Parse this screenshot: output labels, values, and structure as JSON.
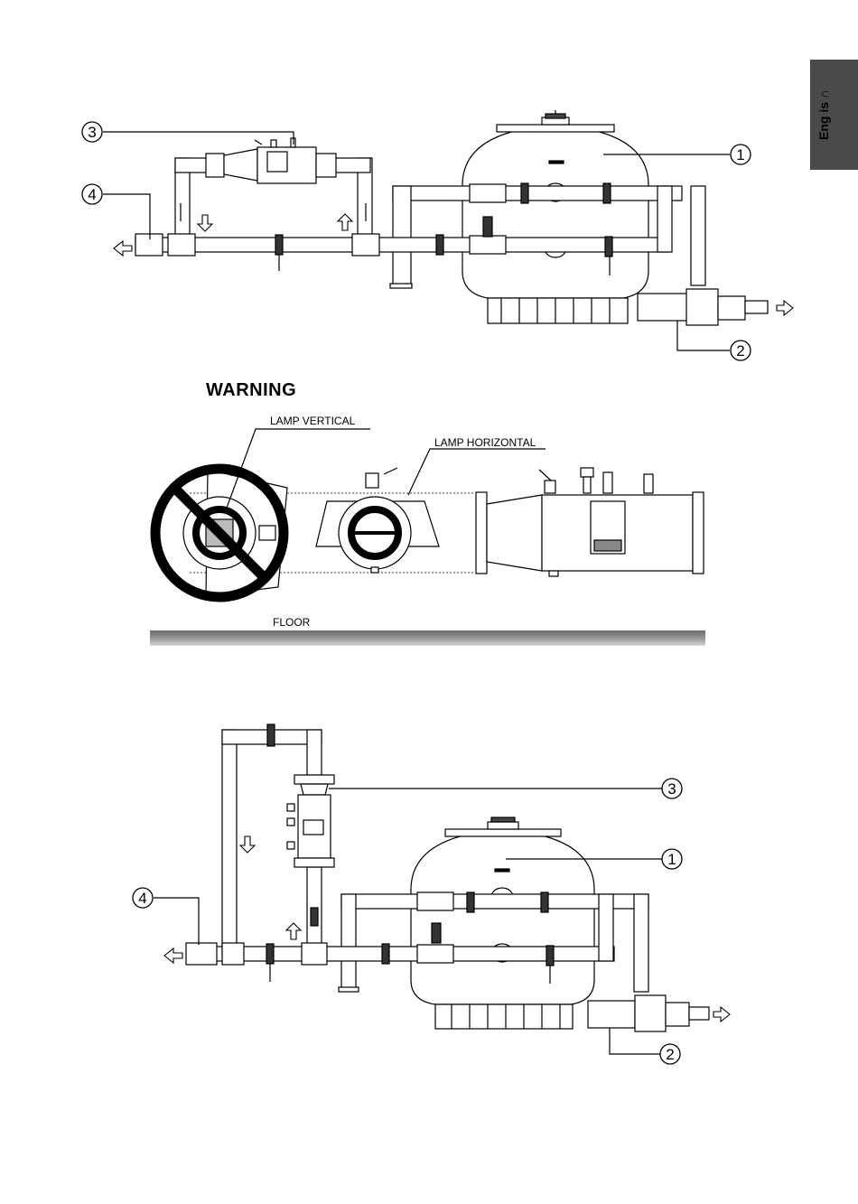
{
  "side_tab": {
    "label": "Eng is ∩"
  },
  "warning": {
    "title": "WARNING",
    "lamp_vertical": "LAMP VERTICAL",
    "lamp_horizontal": "LAMP HORIZONTAL",
    "floor": "FLOOR"
  },
  "callouts": {
    "one": "1",
    "two": "2",
    "three": "3",
    "four": "4"
  },
  "colors": {
    "line": "#000000",
    "tab": "#4a4a4a",
    "floor_dark": "#6b6b6b",
    "floor_light": "#d8d8d8"
  }
}
